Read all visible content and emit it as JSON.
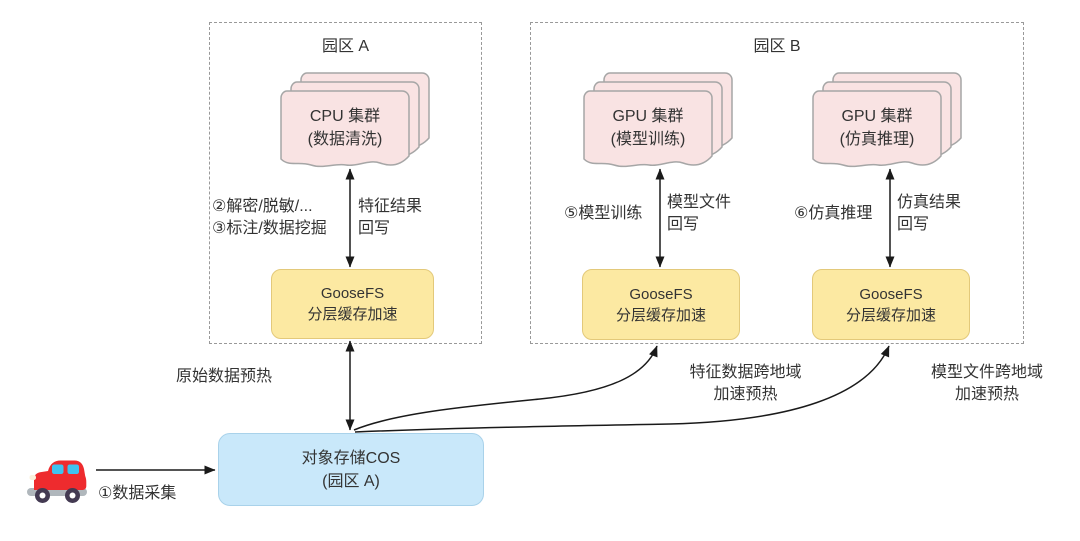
{
  "zones": {
    "a": {
      "title": "园区 A"
    },
    "b": {
      "title": "园区 B"
    }
  },
  "nodes": {
    "cpu_cluster": {
      "title": "CPU 集群",
      "subtitle": "(数据清洗)"
    },
    "gpu_cluster_train": {
      "title": "GPU 集群",
      "subtitle": "(模型训练)"
    },
    "gpu_cluster_sim": {
      "title": "GPU 集群",
      "subtitle": "(仿真推理)"
    },
    "goosefs": {
      "title": "GooseFS",
      "subtitle": "分层缓存加速"
    },
    "cos": {
      "title": "对象存储COS",
      "subtitle": "(园区 A)"
    }
  },
  "edge_labels": {
    "collect": "①数据采集",
    "decrypt": "②解密/脱敏/...",
    "annotate": "③标注/数据挖掘",
    "feature_writeback": [
      "特征结果",
      "回写"
    ],
    "train": "⑤模型训练",
    "model_writeback": [
      "模型文件",
      "回写"
    ],
    "infer": "⑥仿真推理",
    "sim_writeback": [
      "仿真结果",
      "回写"
    ],
    "raw_preheat": "原始数据预热",
    "feature_preheat": [
      "特征数据跨地域",
      "加速预热"
    ],
    "model_preheat": [
      "模型文件跨地域",
      "加速预热"
    ]
  },
  "icons": {
    "car": "red-car-icon"
  },
  "colors": {
    "cluster_fill": "#f9e3e3",
    "cluster_border": "#a6a6a6",
    "goosefs_fill": "#fce9a2",
    "goosefs_border": "#e3c97a",
    "cos_fill": "#c9e8fa",
    "cos_border": "#a9d2ea",
    "zone_border": "#999999",
    "arrow": "#1a1a1a",
    "text": "#333333",
    "car_body": "#ee2b2e",
    "car_window": "#3fc3f0"
  }
}
